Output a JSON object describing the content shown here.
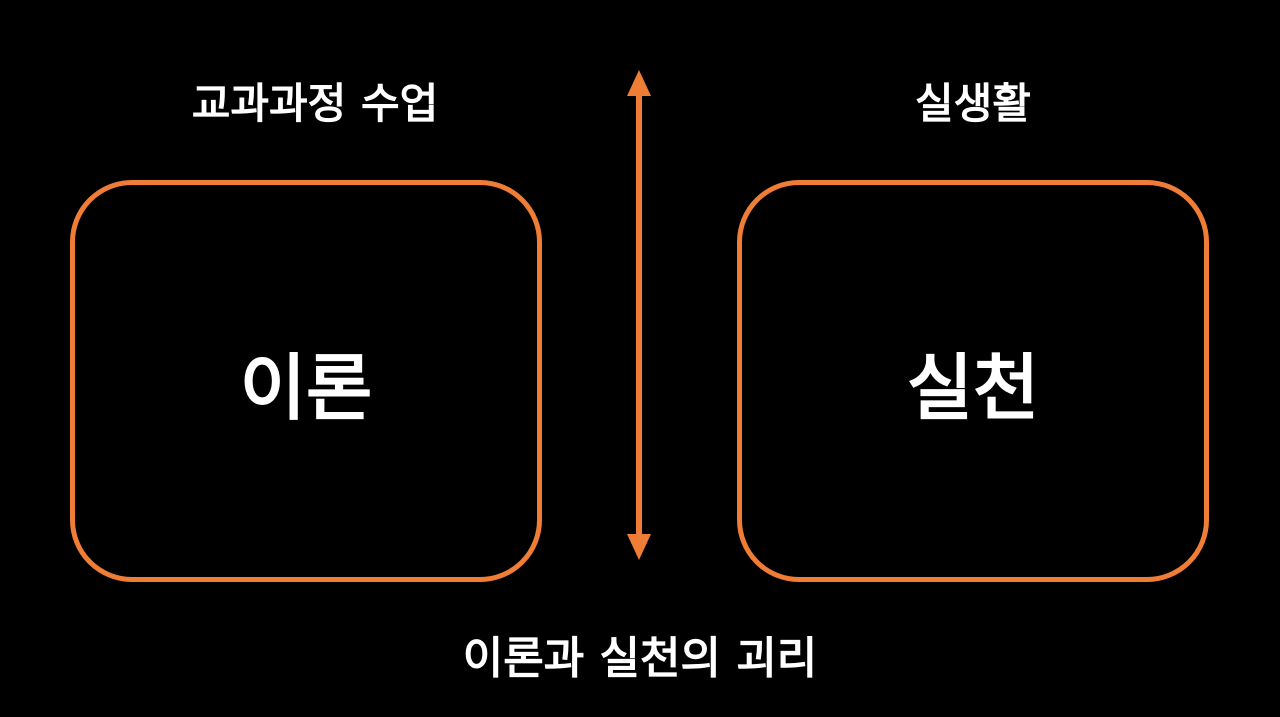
{
  "left": {
    "heading": "교과과정 수업",
    "box_label": "이론"
  },
  "right": {
    "heading": "실생활",
    "box_label": "실천"
  },
  "caption": "이론과 실천의 괴리",
  "colors": {
    "background": "#000000",
    "accent": "#ef7d36",
    "text": "#ffffff"
  }
}
